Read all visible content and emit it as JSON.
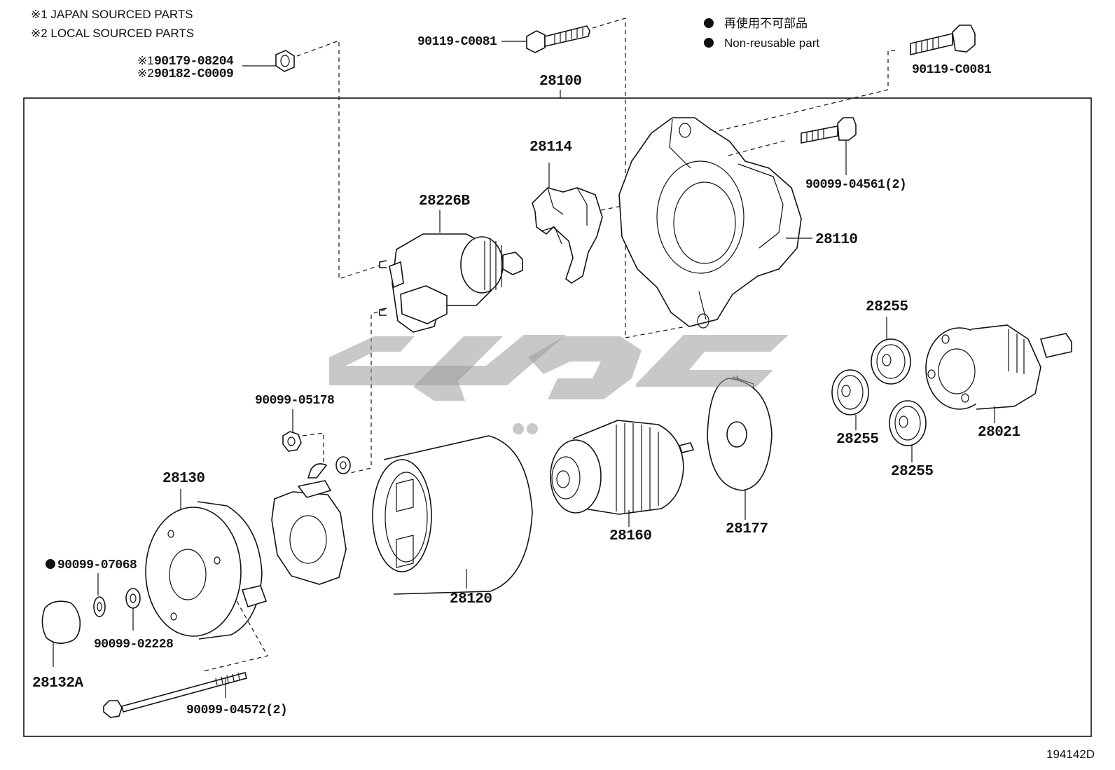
{
  "notes": {
    "japan_sourced": "※1 JAPAN SOURCED PARTS",
    "local_sourced": "※2 LOCAL SOURCED PARTS",
    "legend_jp": "再使用不可部品",
    "legend_en": "Non-reusable part",
    "note1_mark": "※1",
    "note2_mark": "※2"
  },
  "diagram_id": "194142D",
  "assembly": {
    "number": "28100"
  },
  "callouts": {
    "nut_japan": "90179-08204",
    "nut_local": "90182-C0009",
    "bolt_top_left": "90119-C0081",
    "bolt_top_right": "90119-C0081",
    "lever": "28114",
    "solenoid": "28226B",
    "housing": "28110",
    "housing_bolt": "90099-04561(2)",
    "gear_top": "28255",
    "gear_left": "28255",
    "gear_bottom": "28255",
    "clutch": "28021",
    "nut_small": "90099-05178",
    "brush_holder_end": "28130",
    "washer_black": "90099-07068",
    "washer_pair": "90099-02228",
    "cap": "28132A",
    "through_bolt": "90099-04572(2)",
    "yoke": "28120",
    "armature": "28160",
    "plate": "28177"
  },
  "watermark": {
    "text": "چیکا",
    "color": "#9a9a9a"
  }
}
